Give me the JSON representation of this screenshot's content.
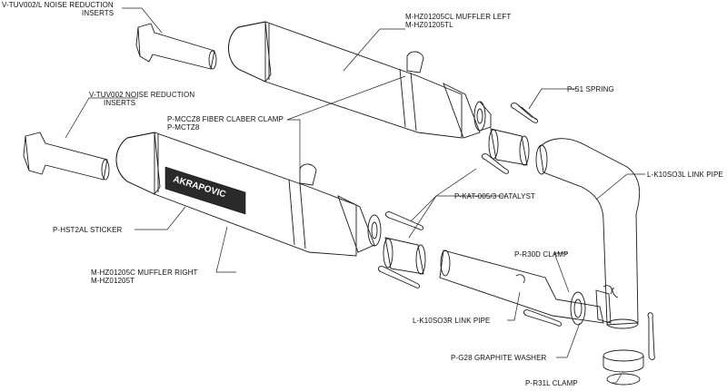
{
  "labels": {
    "insert_left": [
      "V-TUV002/L  NOISE REDUCTION",
      "INSERTS"
    ],
    "insert_right": [
      "V-TUV002  NOISE REDUCTION",
      "INSERTS"
    ],
    "muffler_left": [
      "M-HZ01205CL  MUFFLER LEFT",
      "M-HZ01205TL"
    ],
    "spring": [
      "P-S1  SPRING"
    ],
    "clamp_fiber": [
      "P-MCCZ8  FIBER CLABER CLAMP",
      "P-MCTZ8"
    ],
    "sticker": [
      "P-HST2AL  STICKER"
    ],
    "catalyst": [
      "P-KAT-005/3  CATALYST"
    ],
    "link_pipe_left": [
      "L-K10SO3L  LINK PIPE"
    ],
    "muffler_right": [
      "M-HZ01205C  MUFFLER RIGHT",
      "M-HZ01205T"
    ],
    "clamp_r30d": [
      "P-R30D  CLAMP"
    ],
    "link_pipe_right": [
      "L-K10SO3R  LINK PIPE"
    ],
    "graphite_washer": [
      "P-G28  GRAPHITE WASHER"
    ],
    "clamp_r31l": [
      "P-R31L  CLAMP"
    ]
  },
  "logo_text": "AKRAPOVIC"
}
